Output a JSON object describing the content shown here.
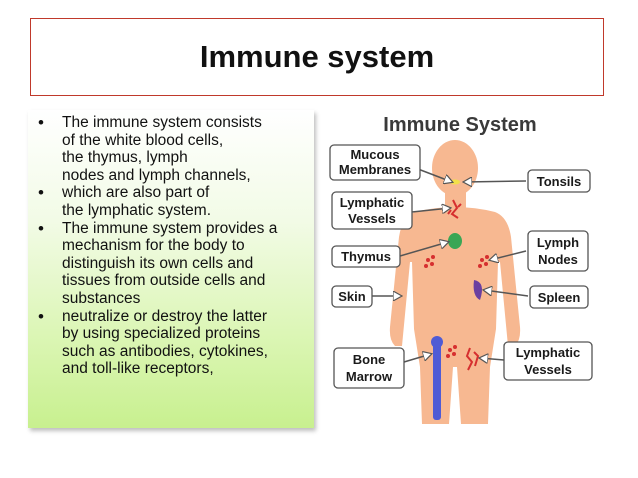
{
  "slide": {
    "title": "Immune system",
    "bullets": [
      {
        "lines": [
          "The immune system consists",
          "of the white blood cells,",
          "the thymus, lymph",
          "nodes and lymph channels,"
        ]
      },
      {
        "lines": [
          "which are also part of",
          "the lymphatic system."
        ]
      },
      {
        "lines": [
          "The immune system provides a",
          "mechanism for the body to",
          "distinguish its own cells and",
          "tissues from outside cells and",
          "substances"
        ]
      },
      {
        "lines": [
          "neutralize or destroy the latter",
          "by using specialized proteins",
          "such as antibodies, cytokines,",
          "and toll-like receptors,"
        ]
      }
    ]
  },
  "diagram": {
    "title": "Immune System",
    "labels": {
      "mucous_1": "Mucous",
      "mucous_2": "Membranes",
      "lymph_vessels_upper_1": "Lymphatic",
      "lymph_vessels_upper_2": "Vessels",
      "thymus": "Thymus",
      "skin": "Skin",
      "bone_marrow_1": "Bone",
      "bone_marrow_2": "Marrow",
      "tonsils": "Tonsils",
      "lymph_nodes_1": "Lymph",
      "lymph_nodes_2": "Nodes",
      "spleen": "Spleen",
      "lymph_vessels_lower_1": "Lymphatic",
      "lymph_vessels_lower_2": "Vessels"
    },
    "colors": {
      "body": "#f7b891",
      "label_border": "#555555",
      "thymus": "#3aa655",
      "spleen": "#6b3fa0",
      "bone": "#4f5bd5",
      "lymph": "#d62f2f",
      "tonsils": "#f2e04a"
    }
  }
}
